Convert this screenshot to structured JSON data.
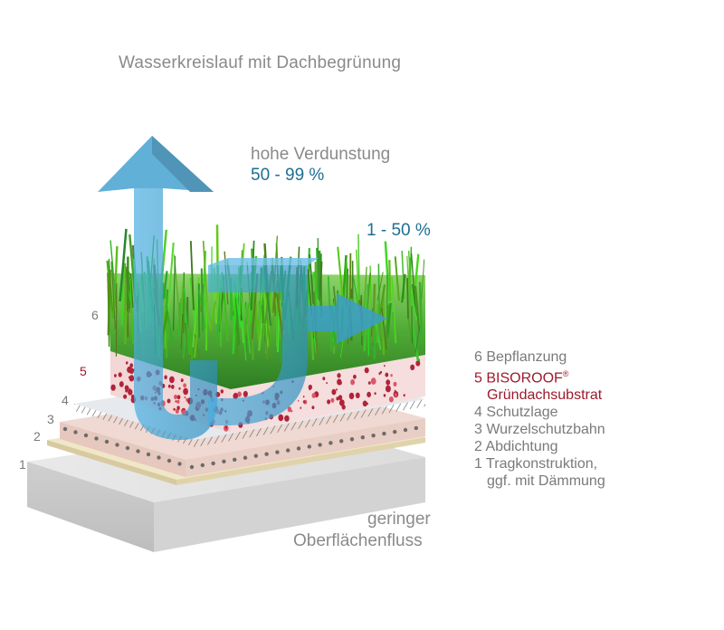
{
  "title": "Wasserkreislauf mit Dachbegrünung",
  "evaporation": {
    "label": "hohe Verdunstung",
    "percent": "50 - 99 %"
  },
  "runoff_split": {
    "percent": "1 - 50 %"
  },
  "layer_numbers": [
    "1",
    "2",
    "3",
    "4",
    "5",
    "6"
  ],
  "legend": [
    {
      "text": "6 Bepflanzung"
    },
    {
      "text": "5 BISOROOF",
      "sup": "®"
    },
    {
      "text": "Gründachsubstrat"
    },
    {
      "text": "4 Schutzlage"
    },
    {
      "text": "3 Wurzelschutzbahn"
    },
    {
      "text": "2 Abdichtung"
    },
    {
      "text": "1 Tragkonstruktion,"
    },
    {
      "text": "ggf. mit Dämmung"
    }
  ],
  "surface_flow": {
    "line1": "geringer",
    "line2": "Oberflächenfluss"
  },
  "colors": {
    "text_gray": "#8a8a8a",
    "accent_blue": "#1d6f93",
    "accent_red": "#9c1b2c",
    "arrow_blue": "#3f9fcf",
    "grass_green": "#3fa030",
    "substrate_pink": "#f4dcdc"
  }
}
